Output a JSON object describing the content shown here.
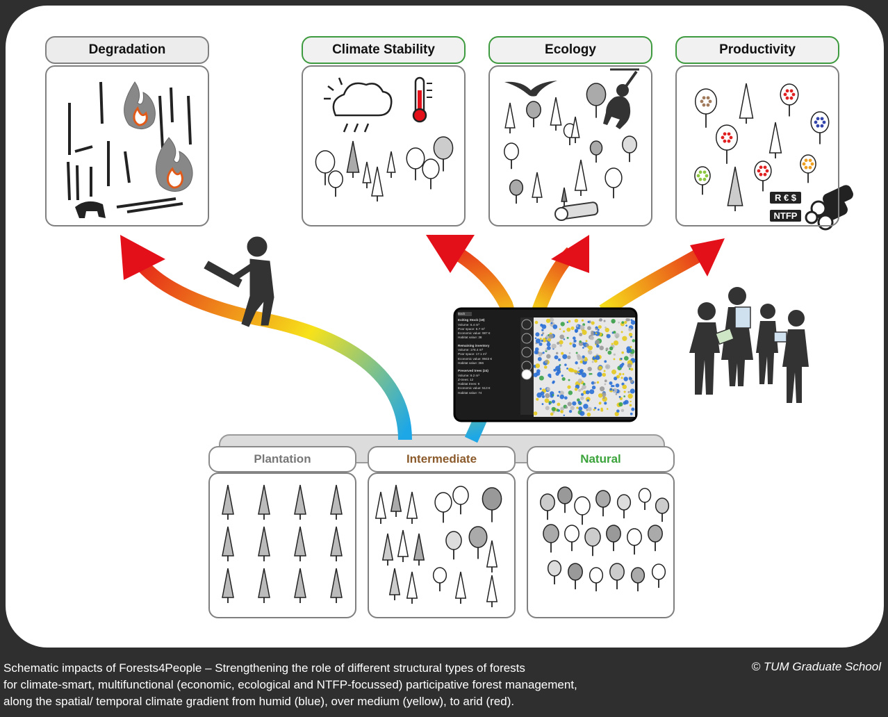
{
  "panels": {
    "degradation": "Degradation",
    "climate_stability": "Climate Stability",
    "ecology": "Ecology",
    "productivity": "Productivity"
  },
  "forest_types": {
    "plantation": "Plantation",
    "intermediate": "Intermediate",
    "natural": "Natural"
  },
  "badges": {
    "currency": "R € $",
    "ntfp": "NTFP"
  },
  "tablet": {
    "back": "Back",
    "existing_title": "Exiting Stock (18)",
    "existing_lines": [
      "Volume: 6.4 m³",
      "Poor space: 6.7 m²",
      "Economic value: 987 €",
      "Habitat value: 38"
    ],
    "remaining_title": "Remaining inventory",
    "remaining_lines": [
      "Volume: 178.4 m³",
      "Poor space: 17.1 m²",
      "Economic value: 9943 €",
      "Habitat value: 366"
    ],
    "preserved_title": "Preserved trees (24)",
    "preserved_lines": [
      "Volume: 9.2 m³",
      "Z-trees: 12",
      "Habitat trees: 9",
      "Economic value: 513 €",
      "Habitat value: 74"
    ]
  },
  "colors": {
    "humid": "#1ea7e6",
    "medium": "#f7e21a",
    "arid": "#e3101a",
    "green_border": "#3e9a3e",
    "intermediate_text": "#8b5a2b",
    "natural_text": "#3aa33a",
    "plantation_text": "#777777"
  },
  "caption": {
    "line1": "Schematic impacts of Forests4People – Strengthening the role of different structural types of forests",
    "line2": "for climate-smart, multifunctional (economic, ecological and NTFP-focussed) participative forest management,",
    "line3": "along the spatial/ temporal climate gradient from humid (blue), over medium (yellow), to arid (red).",
    "copyright": "© TUM Graduate School"
  }
}
